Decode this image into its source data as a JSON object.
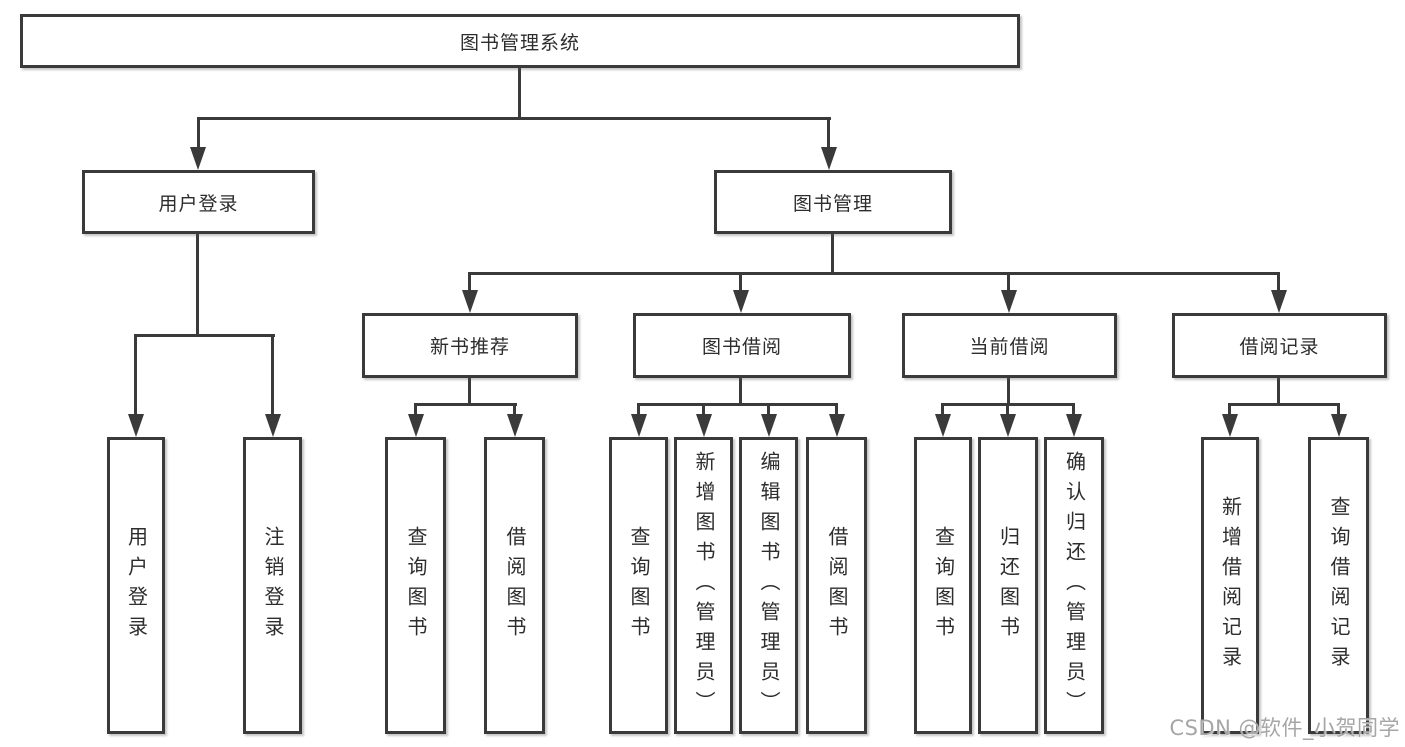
{
  "tree": {
    "label": "图书管理系统",
    "children": [
      {
        "label": "用户登录",
        "children": [
          {
            "label": "用户登录"
          },
          {
            "label": "注销登录"
          }
        ]
      },
      {
        "label": "图书管理",
        "children": [
          {
            "label": "新书推荐",
            "children": [
              {
                "label": "查询图书"
              },
              {
                "label": "借阅图书"
              }
            ]
          },
          {
            "label": "图书借阅",
            "children": [
              {
                "label": "查询图书"
              },
              {
                "label": "新增图书（管理员）"
              },
              {
                "label": "编辑图书（管理员）"
              },
              {
                "label": "借阅图书"
              }
            ]
          },
          {
            "label": "当前借阅",
            "children": [
              {
                "label": "查询图书"
              },
              {
                "label": "归还图书"
              },
              {
                "label": "确认归还（管理员）"
              }
            ]
          },
          {
            "label": "借阅记录",
            "children": [
              {
                "label": "新增借阅记录"
              },
              {
                "label": "查询借阅记录"
              }
            ]
          }
        ]
      }
    ]
  },
  "watermark": {
    "text": "CSDN @软件_小贺同学"
  },
  "colors": {
    "line": "#3a3a3a",
    "text": "#2d2d2d",
    "background": "#ffffff",
    "watermark": "#a6a6a6"
  }
}
